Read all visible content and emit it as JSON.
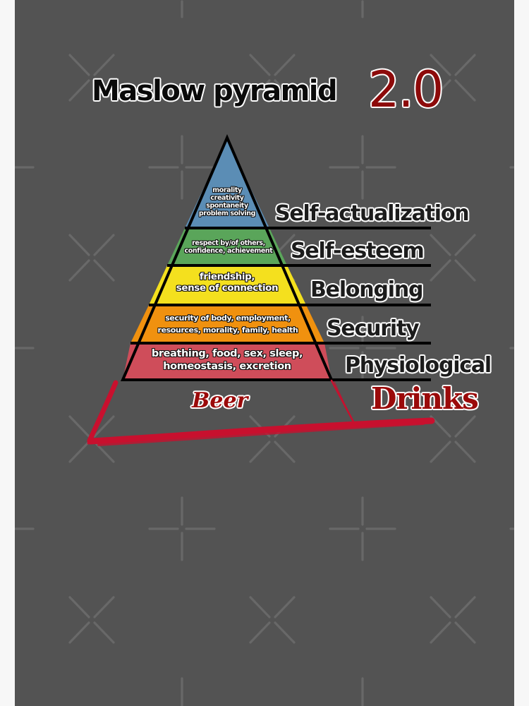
{
  "page": {
    "background": "#f7f7f7",
    "card_background": "#535353",
    "watermark_color": "#6a6a6a"
  },
  "title": {
    "main": "Maslow pyramid",
    "version": "2.0",
    "main_color": "#0a0a0a",
    "version_color": "#8d0a0a"
  },
  "pyramid": {
    "outline_color": "#000000",
    "tiers": [
      {
        "name": "Self-actualization",
        "color": "#5b8db5",
        "lines": [
          "morality",
          "creativity",
          "spontaneity",
          "problem solving"
        ]
      },
      {
        "name": "Self-esteem",
        "color": "#5aa55a",
        "lines": [
          "respect by/of others,",
          "confidence, achievement"
        ]
      },
      {
        "name": "Belonging",
        "color": "#f4e01e",
        "lines": [
          "friendship,",
          "sense of connection"
        ]
      },
      {
        "name": "Security",
        "color": "#f0910f",
        "lines": [
          "security of body, employment,",
          "resources, morality, family, health"
        ]
      },
      {
        "name": "Physiological",
        "color": "#cf4d5a",
        "lines": [
          "breathing, food, sex, sleep,",
          "homeostasis, excretion"
        ]
      }
    ],
    "added_tier": {
      "name": "Drinks",
      "content": "Beer",
      "stroke_color": "#c8102e",
      "text_color": "#9b0a0a"
    }
  },
  "diagram_data": {
    "type": "pyramid",
    "title": "Maslow pyramid 2.0",
    "levels_top_to_bottom": [
      {
        "level": "Self-actualization",
        "description": "morality, creativity, spontaneity, problem solving"
      },
      {
        "level": "Self-esteem",
        "description": "respect by/of others, confidence, achievement"
      },
      {
        "level": "Belonging",
        "description": "friendship, sense of connection"
      },
      {
        "level": "Security",
        "description": "security of body, employment, resources, morality, family, health"
      },
      {
        "level": "Physiological",
        "description": "breathing, food, sex, sleep, homeostasis, excretion"
      },
      {
        "level": "Drinks",
        "description": "Beer",
        "hand_drawn": true
      }
    ]
  }
}
